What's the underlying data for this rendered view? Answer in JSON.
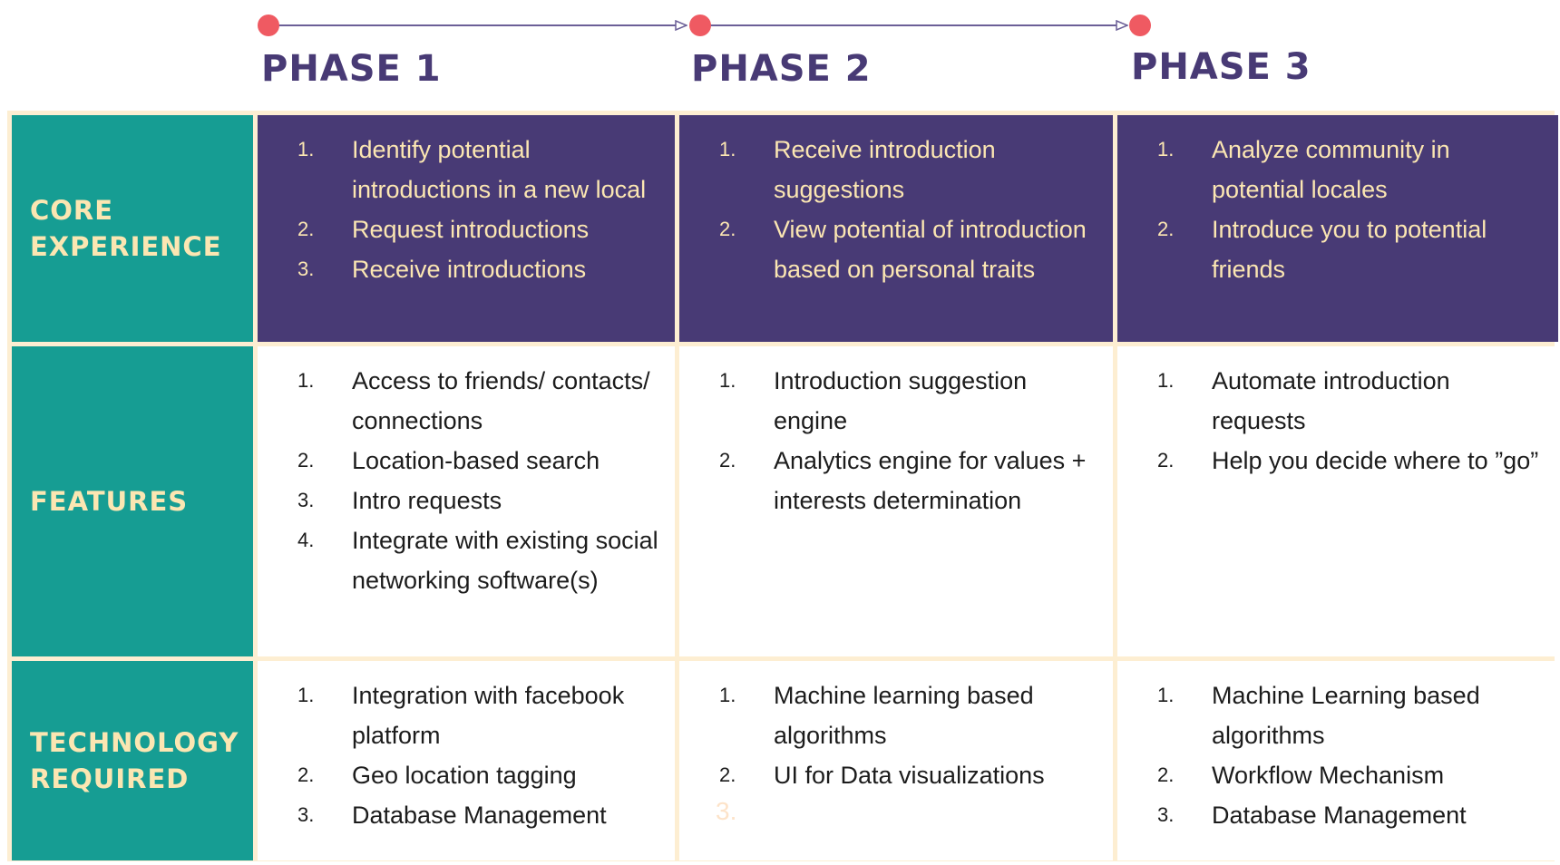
{
  "phases": [
    {
      "title": "PHASE 1"
    },
    {
      "title": "PHASE 2"
    },
    {
      "title": "PHASE 3"
    }
  ],
  "colors": {
    "purple": "#483a75",
    "teal": "#169d93",
    "cream": "#fdeed2",
    "dot": "#ef5a62",
    "line": "#6b5f97"
  },
  "rows": [
    {
      "label": "CORE\nEXPERIENCE",
      "cells": [
        [
          "Identify potential introductions in a new local",
          "Request introductions",
          "Receive introductions"
        ],
        [
          "Receive introduction suggestions",
          "View potential of introduction based on personal traits"
        ],
        [
          "Analyze community in potential locales",
          "Introduce you to potential friends"
        ]
      ]
    },
    {
      "label": "FEATURES",
      "cells": [
        [
          "Access to friends/ contacts/ connections",
          "Location-based search",
          "Intro requests",
          "Integrate with existing social networking software(s)"
        ],
        [
          "Introduction suggestion engine",
          "Analytics engine for values + interests determination"
        ],
        [
          "Automate introduction requests",
          "Help you decide where to ”go”"
        ]
      ]
    },
    {
      "label": "TECHNOLOGY\nREQUIRED",
      "cells": [
        [
          "Integration with facebook platform",
          "Geo location tagging",
          "Database Management"
        ],
        [
          "Machine learning based algorithms",
          "UI for Data visualizations"
        ],
        [
          "Machine Learning based algorithms",
          "Workflow Mechanism",
          "Database Management"
        ]
      ]
    }
  ],
  "ghost_number": "3."
}
